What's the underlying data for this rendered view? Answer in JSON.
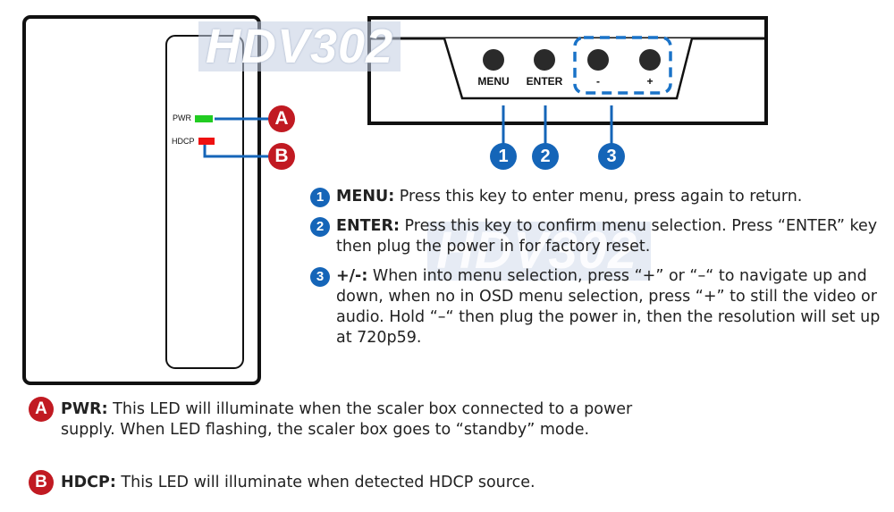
{
  "watermark": "HDV302",
  "buttons": [
    {
      "label": "MENU"
    },
    {
      "label": "ENTER"
    },
    {
      "label": "-"
    },
    {
      "label": "+"
    }
  ],
  "leds": [
    {
      "label": "PWR",
      "color": "#22cc22"
    },
    {
      "label": "HDCP",
      "color": "#ee1111"
    }
  ],
  "callouts_numbered": [
    "1",
    "2",
    "3"
  ],
  "callouts_lettered": [
    "A",
    "B"
  ],
  "descriptions": [
    {
      "num": "1",
      "title": "MENU:",
      "text": " Press this key to enter menu, press again to return."
    },
    {
      "num": "2",
      "title": "ENTER:",
      "text": " Press this key to confirm menu selection. Press “ENTER” key then plug the power in for factory reset."
    },
    {
      "num": "3",
      "title": "+/-:",
      "text": " When into menu selection, press “+” or “–“ to navigate up and down, when no in OSD menu selection, press “+” to still the video or audio. Hold “–“ then plug the power in, then the resolution will set up at 720p59."
    }
  ],
  "led_descriptions": [
    {
      "letter": "A",
      "title": "PWR:",
      "text": " This LED will illuminate when the scaler box connected to a power supply. When LED flashing, the scaler box goes to “standby” mode."
    },
    {
      "letter": "B",
      "title": "HDCP:",
      "text": " This LED will illuminate when detected  HDCP source."
    }
  ],
  "colors": {
    "number_badge": "#1565b8",
    "letter_badge": "#c11a22",
    "dashed_box": "#1a73c8"
  }
}
